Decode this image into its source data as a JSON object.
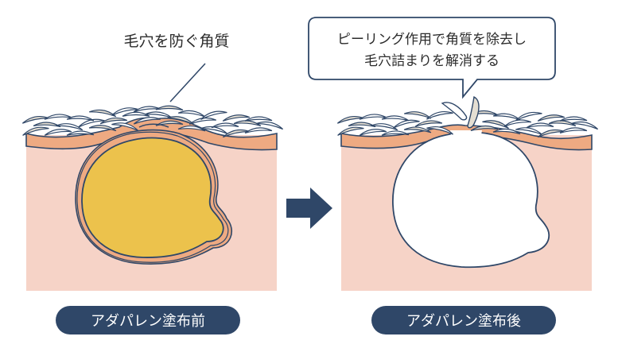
{
  "labels": {
    "before_callout": "毛穴を防ぐ角質",
    "after_callout_line1": "ピーリング作用で角質を除去し",
    "after_callout_line2": "毛穴詰まりを解消する",
    "before_caption": "アダパレン塗布前",
    "after_caption": "アダパレン塗布後"
  },
  "colors": {
    "skin": "#f6d3c7",
    "surface_layer": "#eeaa82",
    "sebum": "#ecc24c",
    "outline": "#2f4768",
    "flake": "#ffffff",
    "flake_shade": "#e4ded2",
    "pill": "#2f4768",
    "pill_text": "#ffffff",
    "arrow": "#2f4768"
  }
}
